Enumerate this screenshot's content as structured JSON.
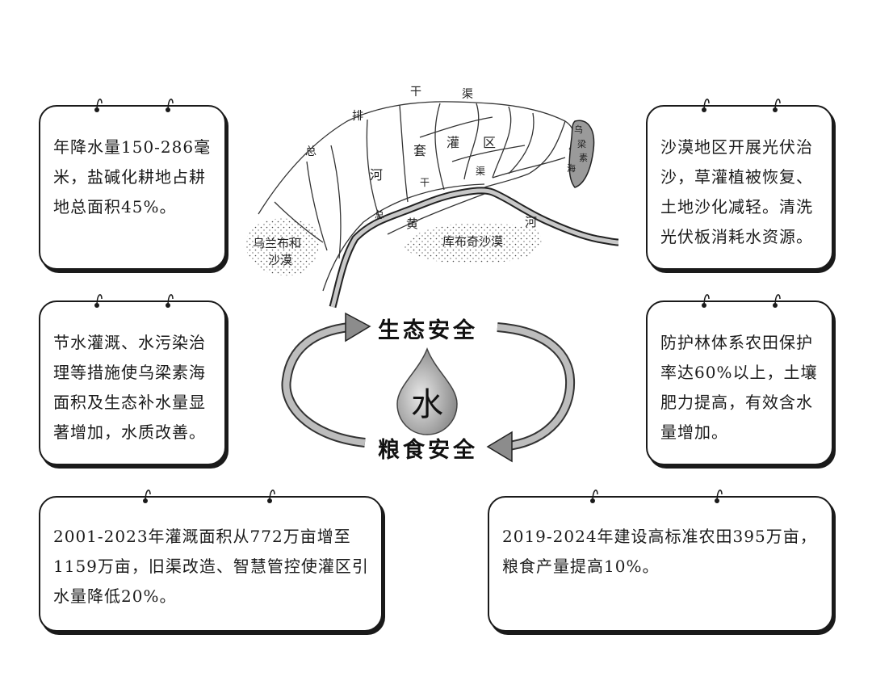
{
  "cards": {
    "top_left": "年降水量150-286毫米，盐碱化耕地占耕地总面积45%。",
    "top_right": "沙漠地区开展光伏治沙，草灌植被恢复、土地沙化减轻。清洗光伏板消耗水资源。",
    "mid_left": "节水灌溉、水污染治理等措施使乌梁素海面积及生态补水量显著增加，水质改善。",
    "mid_right": "防护林体系农田保护率达60%以上，土壤肥力提高，有效含水量增加。",
    "bottom_left": "2001-2023年灌溉面积从772万亩增至1159万亩，旧渠改造、智慧管控使灌区引水量降低20%。",
    "bottom_right": "2019-2024年建设高标准农田395万亩，粮食产量提高10%。"
  },
  "map_labels": {
    "gan_qu": [
      "干",
      "渠"
    ],
    "paigan": [
      "总",
      "排"
    ],
    "he_tao_irrigation": [
      "套",
      "灌",
      "区"
    ],
    "hekou": "河",
    "zonggan": [
      "总",
      "干",
      "渠"
    ],
    "yellow_river": [
      "黄",
      "河"
    ],
    "ulan_buh": [
      "乌兰布和",
      "沙漠"
    ],
    "kubuqi": "库布奇沙漠",
    "wuliangsuhai": [
      "乌",
      "梁",
      "素",
      "海"
    ]
  },
  "cycle": {
    "top": "生态安全",
    "bottom": "粮食安全",
    "center": "水"
  }
}
